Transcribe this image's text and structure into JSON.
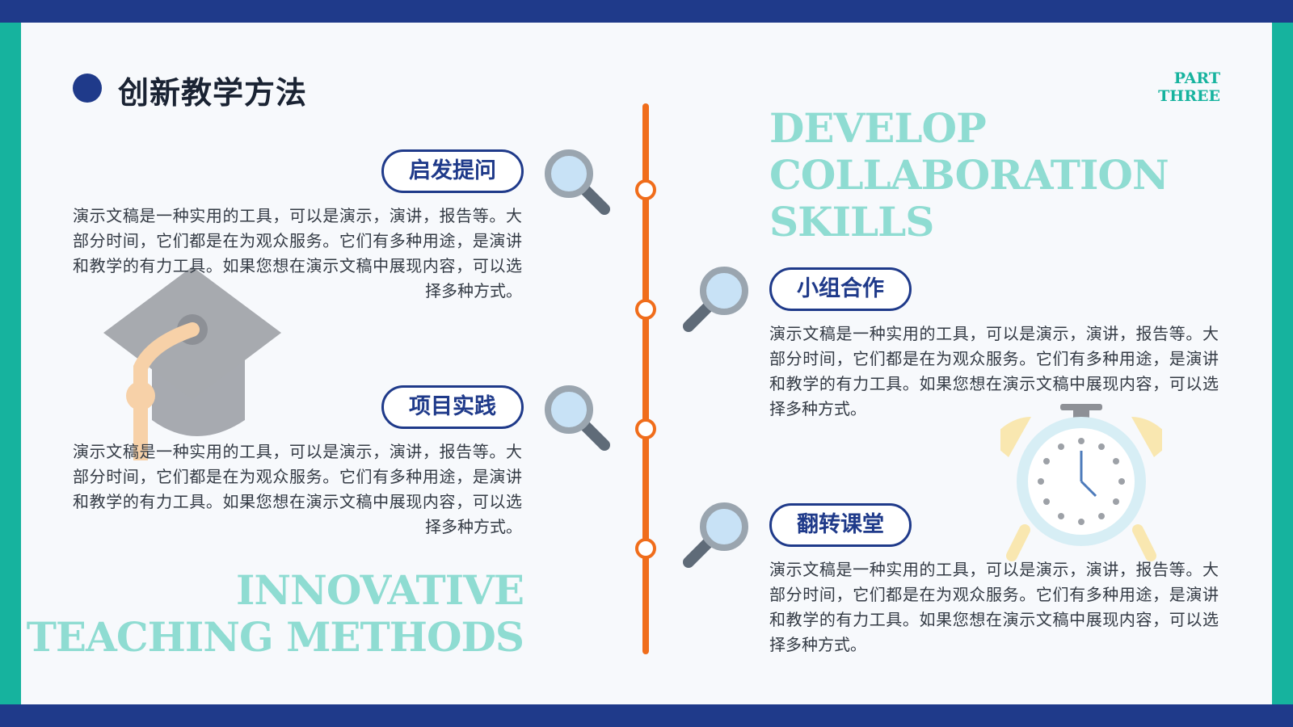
{
  "page_title": "创新教学方法",
  "part_label": [
    "PART",
    "THREE"
  ],
  "heading_right": [
    "DEVELOP",
    "COLLABORATION",
    "SKILLS"
  ],
  "heading_left": [
    "INNOVATIVE",
    "TEACHING METHODS"
  ],
  "items": [
    {
      "label": "启发提问",
      "text": "演示文稿是一种实用的工具，可以是演示，演讲，报告等。大部分时间，它们都是在为观众服务。它们有多种用途，是演讲和教学的有力工具。如果您想在演示文稿中展现内容，可以选择多种方式。"
    },
    {
      "label": "小组合作",
      "text": "演示文稿是一种实用的工具，可以是演示，演讲，报告等。大部分时间，它们都是在为观众服务。它们有多种用途，是演讲和教学的有力工具。如果您想在演示文稿中展现内容，可以选择多种方式。"
    },
    {
      "label": "项目实践",
      "text": "演示文稿是一种实用的工具，可以是演示，演讲，报告等。大部分时间，它们都是在为观众服务。它们有多种用途，是演讲和教学的有力工具。如果您想在演示文稿中展现内容，可以选择多种方式。"
    },
    {
      "label": "翻转课堂",
      "text": "演示文稿是一种实用的工具，可以是演示，演讲，报告等。大部分时间，它们都是在为观众服务。它们有多种用途，是演讲和教学的有力工具。如果您想在演示文稿中展现内容，可以选择多种方式。"
    }
  ],
  "colors": {
    "navy": "#1f3a8a",
    "teal": "#16b39e",
    "mint": "#8fdcd2",
    "orange": "#f06d1b"
  },
  "icons": [
    "magnifier-icon",
    "graduation-cap-icon",
    "alarm-clock-icon"
  ]
}
